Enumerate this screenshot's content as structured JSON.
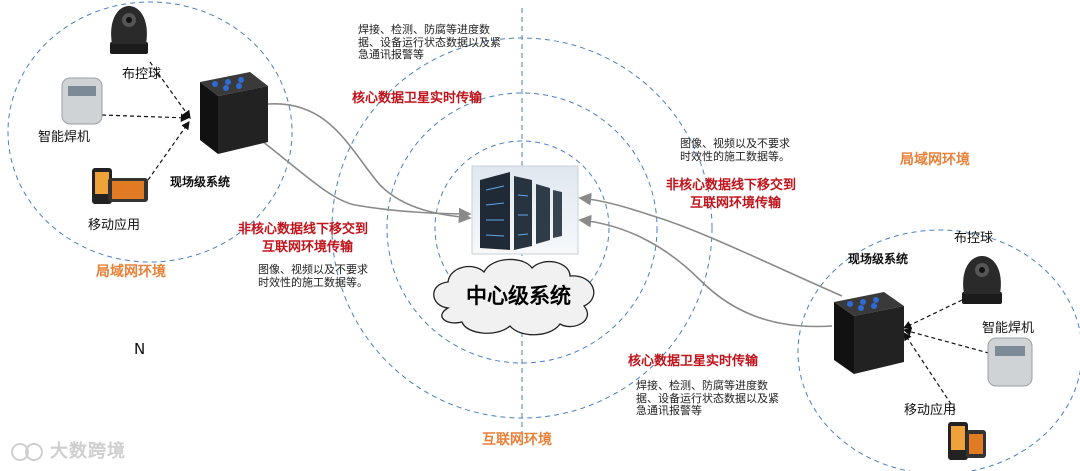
{
  "center_label": "中心级系统",
  "environments": {
    "lan_left": "局域网环境",
    "lan_right": "局域网环境",
    "internet": "互联网环境"
  },
  "left_site": {
    "camera": "布控球",
    "welder": "智能焊机",
    "mobile": "移动应用",
    "system": "现场级系统"
  },
  "right_site": {
    "camera": "布控球",
    "welder": "智能焊机",
    "mobile": "移动应用",
    "system": "现场级系统"
  },
  "links": {
    "sat_top_title": "核心数据卫星实时传输",
    "sat_top_note": "焊接、检测、防腐等进度数据、设备运行状态数据以及紧急通讯报警等",
    "offline_left_title_1": "非核心数据线下移交到",
    "offline_left_title_2": "互联网环境传输",
    "offline_left_note": "图像、视频以及不要求时效性的施工数据等。",
    "offline_right_note": "图像、视频以及不要求时效性的施工数据等。",
    "offline_right_title_1": "非核心数据线下移交到",
    "offline_right_title_2": "互联网环境传输",
    "sat_bottom_title": "核心数据卫星实时传输",
    "sat_bottom_note": "焊接、检测、防腐等进度数据、设备运行状态数据以及紧急通讯报警等"
  },
  "stray_letter": "N",
  "watermark": "大数跨境",
  "colors": {
    "dashed_circle": "#4a7fc1",
    "connector": "#8a8a8a",
    "accent_red": "#c0141c",
    "env_orange": "#e8813a"
  }
}
